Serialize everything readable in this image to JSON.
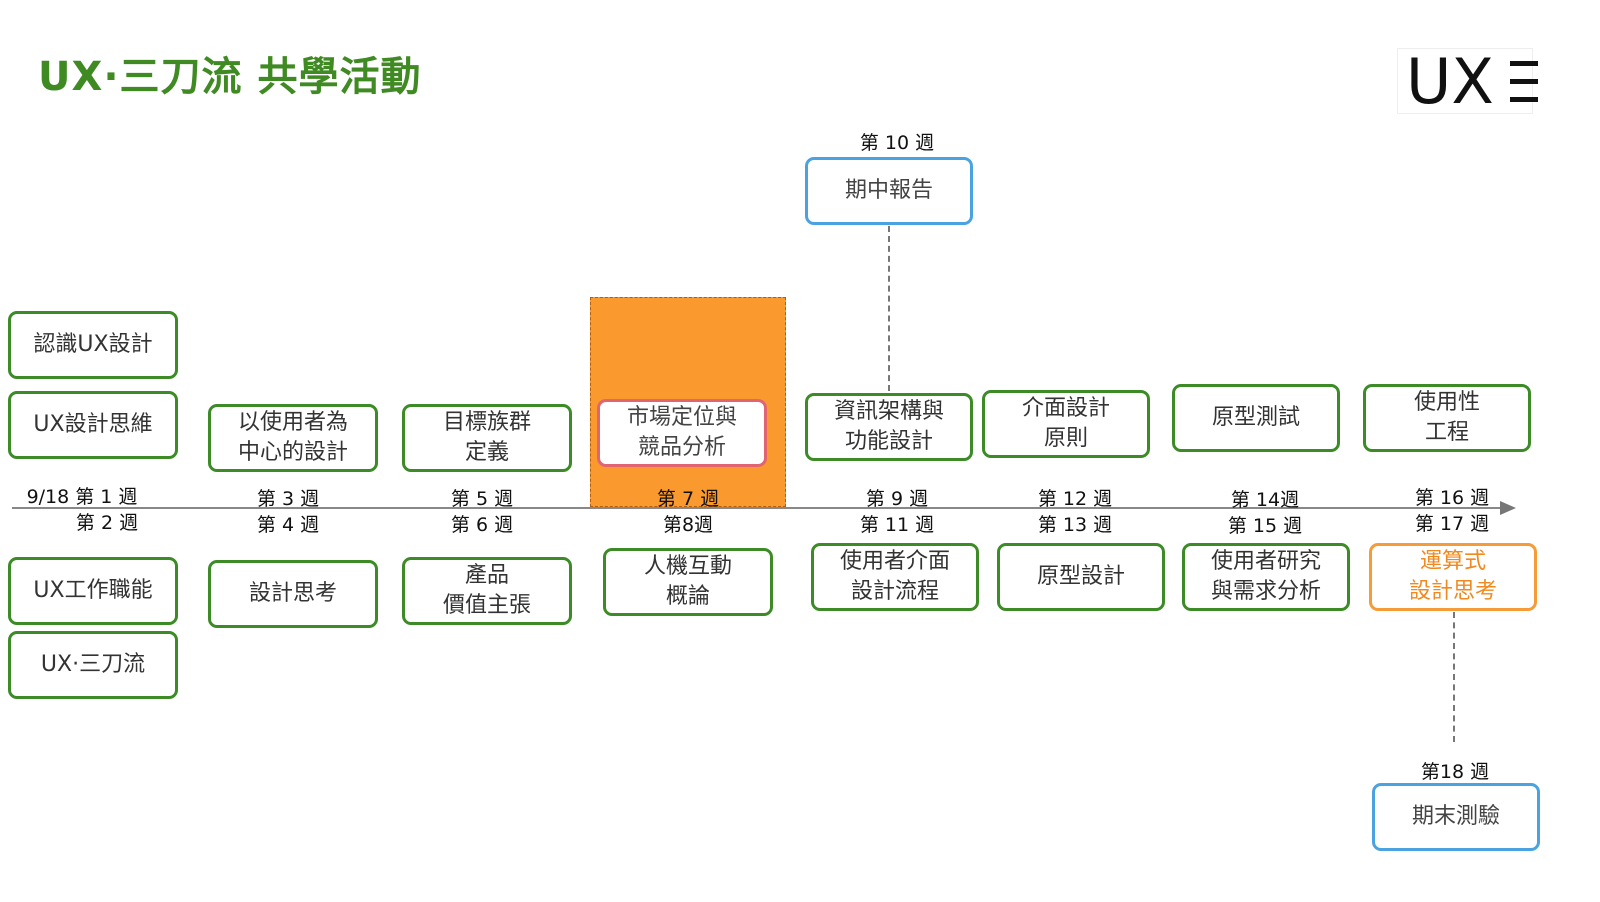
{
  "title": "UX·三刀流 共學活動",
  "logo": "UX",
  "special_top": {
    "week10_label": "第 10 週",
    "week10_box": "期中報告",
    "week18_label": "第18 週",
    "week18_box": "期末測驗"
  },
  "columns": [
    {
      "top_labels": [
        "9/18 第 1 週",
        "第 2 週"
      ],
      "upper": [
        "認識UX設計",
        "UX設計思維"
      ],
      "lower": [
        "UX工作職能",
        "UX·三刀流"
      ]
    },
    {
      "top_labels": [
        "第 3 週",
        "第 4 週"
      ],
      "upper": [
        "以使用者為\n中心的設計"
      ],
      "lower": [
        "設計思考"
      ]
    },
    {
      "top_labels": [
        "第 5 週",
        "第 6 週"
      ],
      "upper": [
        "目標族群\n定義"
      ],
      "lower": [
        "產品\n價值主張"
      ]
    },
    {
      "top_labels": [
        "第 7 週",
        "第8週"
      ],
      "upper": [
        "市場定位與\n競品分析"
      ],
      "lower": [
        "人機互動\n概論"
      ]
    },
    {
      "top_labels": [
        "第 9 週",
        "第 11 週"
      ],
      "upper": [
        "資訊架構與\n功能設計"
      ],
      "lower": [
        "使用者介面\n設計流程"
      ]
    },
    {
      "top_labels": [
        "第 12 週",
        "第 13 週"
      ],
      "upper": [
        "介面設計\n原則"
      ],
      "lower": [
        "原型設計"
      ]
    },
    {
      "top_labels": [
        "第 14週",
        "第 15 週"
      ],
      "upper": [
        "原型測試"
      ],
      "lower": [
        "使用者研究\n與需求分析"
      ]
    },
    {
      "top_labels": [
        "第 16 週",
        "第 17 週"
      ],
      "upper": [
        "使用性\n工程"
      ],
      "lower": [
        "運算式\n設計思考"
      ]
    }
  ],
  "colors": {
    "green": "#3d8b27",
    "blue": "#4aa3e0",
    "red": "#e06571",
    "orange": "#f59b38",
    "highlight_fill": "#f9992e"
  }
}
